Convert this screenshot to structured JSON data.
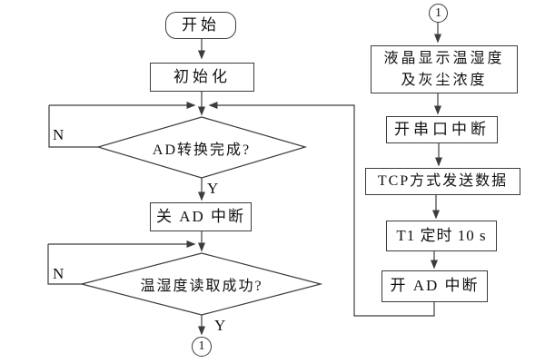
{
  "colors": {
    "line": "#3c3c3c",
    "text": "#111111",
    "background": "#ffffff"
  },
  "flowchart": {
    "start": "开始",
    "init": "初始化",
    "decision_ad": "AD转换完成?",
    "label_n1": "N",
    "label_y1": "Y",
    "close_ad_interrupt": "关 AD 中断",
    "decision_humidity": "温湿度读取成功?",
    "label_n2": "N",
    "label_y2": "Y",
    "connector_bottom": "1",
    "connector_top": "1",
    "lcd_display_line1": "液晶显示温湿度",
    "lcd_display_line2": "及灰尘浓度",
    "open_serial_interrupt": "开串口中断",
    "tcp_send": "TCP方式发送数据",
    "t1_timer": "T1 定时 10 s",
    "open_ad_interrupt": "开 AD 中断"
  }
}
